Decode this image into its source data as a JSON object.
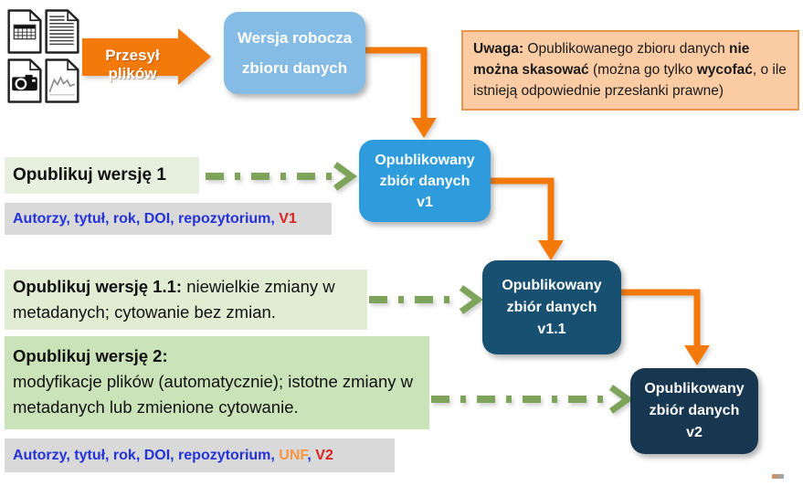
{
  "colors": {
    "orange": "#F4790B",
    "note_bg": "#FBCBA4",
    "note_border": "#E9954C",
    "blue_light": "#85BCE6",
    "blue_mid": "#2E9CDC",
    "navy_1": "#175070",
    "navy_2": "#16374F",
    "green_box_1": "#E7F0DE",
    "green_box_2": "#E0EDD3",
    "green_box_3": "#CBE3B9",
    "gray_box": "#D9D9D9",
    "arrow_green": "#7EA35B",
    "cite_blue": "#2433D9",
    "cite_orange": "#F79646",
    "cite_red": "#DD2121"
  },
  "upload_arrow": {
    "label": "Przesył plików"
  },
  "files": {
    "icons": [
      "spreadsheet-file",
      "text-file",
      "image-file",
      "chart-file"
    ]
  },
  "boxes": {
    "draft": {
      "line1": "Wersja robocza",
      "line2": "zbioru danych"
    },
    "v1": {
      "line1": "Opublikowany",
      "line2": "zbiór danych",
      "line3": "v1"
    },
    "v1_1": {
      "line1": "Opublikowany",
      "line2": "zbiór danych",
      "line3": "v1.1"
    },
    "v2": {
      "line1": "Opublikowany",
      "line2": "zbiór danych",
      "line3": "v2"
    }
  },
  "note": {
    "b0": "Uwaga:",
    "t1": " Opublikowanego zbioru danych ",
    "b1": "nie można skasować",
    "t2": " (można go tylko ",
    "b2": "wycofać",
    "t3": ", o ile istnieją odpowiednie przesłanki prawne)"
  },
  "actions": {
    "v1": {
      "bold": "Opublikuj wersję 1",
      "rest": ""
    },
    "v1_1": {
      "bold": "Opublikuj wersję 1.1:",
      "rest": " niewielkie zmiany w metadanych; cytowanie bez zmian."
    },
    "v2": {
      "bold": "Opublikuj wersję 2:",
      "rest": "modyfikacje plików (automatycznie); istotne zmiany w metadanych lub zmienione cytowanie."
    }
  },
  "citations": {
    "v1": {
      "fields": "Autorzy, tytuł, rok, DOI, repozytorium, ",
      "version": "V1"
    },
    "v2": {
      "fields": "Autorzy, tytuł, rok, DOI, repozytorium, ",
      "unf": "UNF",
      "sep": ", ",
      "version": "V2"
    }
  }
}
